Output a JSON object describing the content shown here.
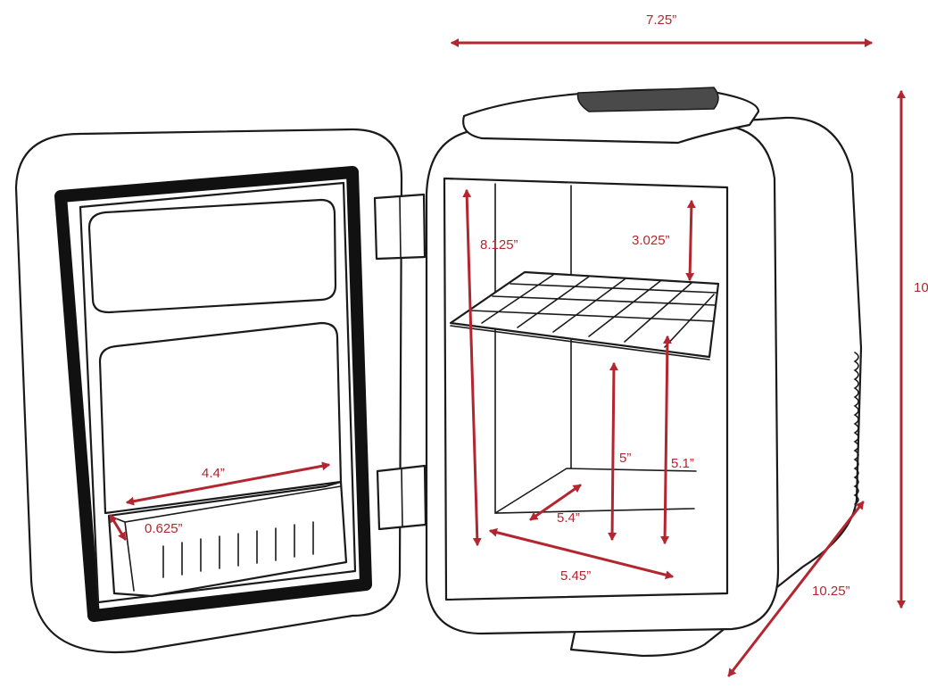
{
  "colors": {
    "dimension": "#b3262f",
    "outline": "#1a1a1a",
    "background": "#ffffff"
  },
  "dimensions": {
    "width_top": "7.25”",
    "height_right": "10",
    "depth": "10.25”",
    "interior_height": "8.125”",
    "upper_compartment": "3.025”",
    "lower_left": "5”",
    "lower_right": "5.1”",
    "floor_depth": "5.4”",
    "floor_width": "5.45”",
    "door_bin_width": "4.4”",
    "door_bin_depth": "0.625”"
  }
}
